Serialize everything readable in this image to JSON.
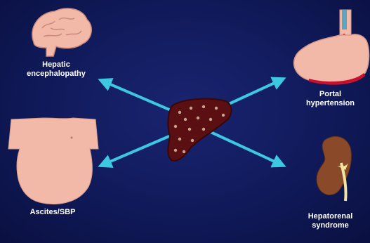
{
  "labels": {
    "hepatic_encephalopathy": [
      "Hepatic",
      "encephalopathy"
    ],
    "portal_hypertension": [
      "Portal",
      "hypertension"
    ],
    "ascites_sbp": "Ascites/SBP",
    "hepatorenal_syndrome": [
      "Hepatorenal",
      "syndrome"
    ]
  },
  "colors": {
    "background": "#101a5a",
    "arrow": "#3cc8e0",
    "liver": "#5a0f12",
    "liver_nodules": "#c9a48a",
    "organ_skin": "#f2b8a8",
    "kidney": "#8a4a2a",
    "text": "#ffffff"
  }
}
